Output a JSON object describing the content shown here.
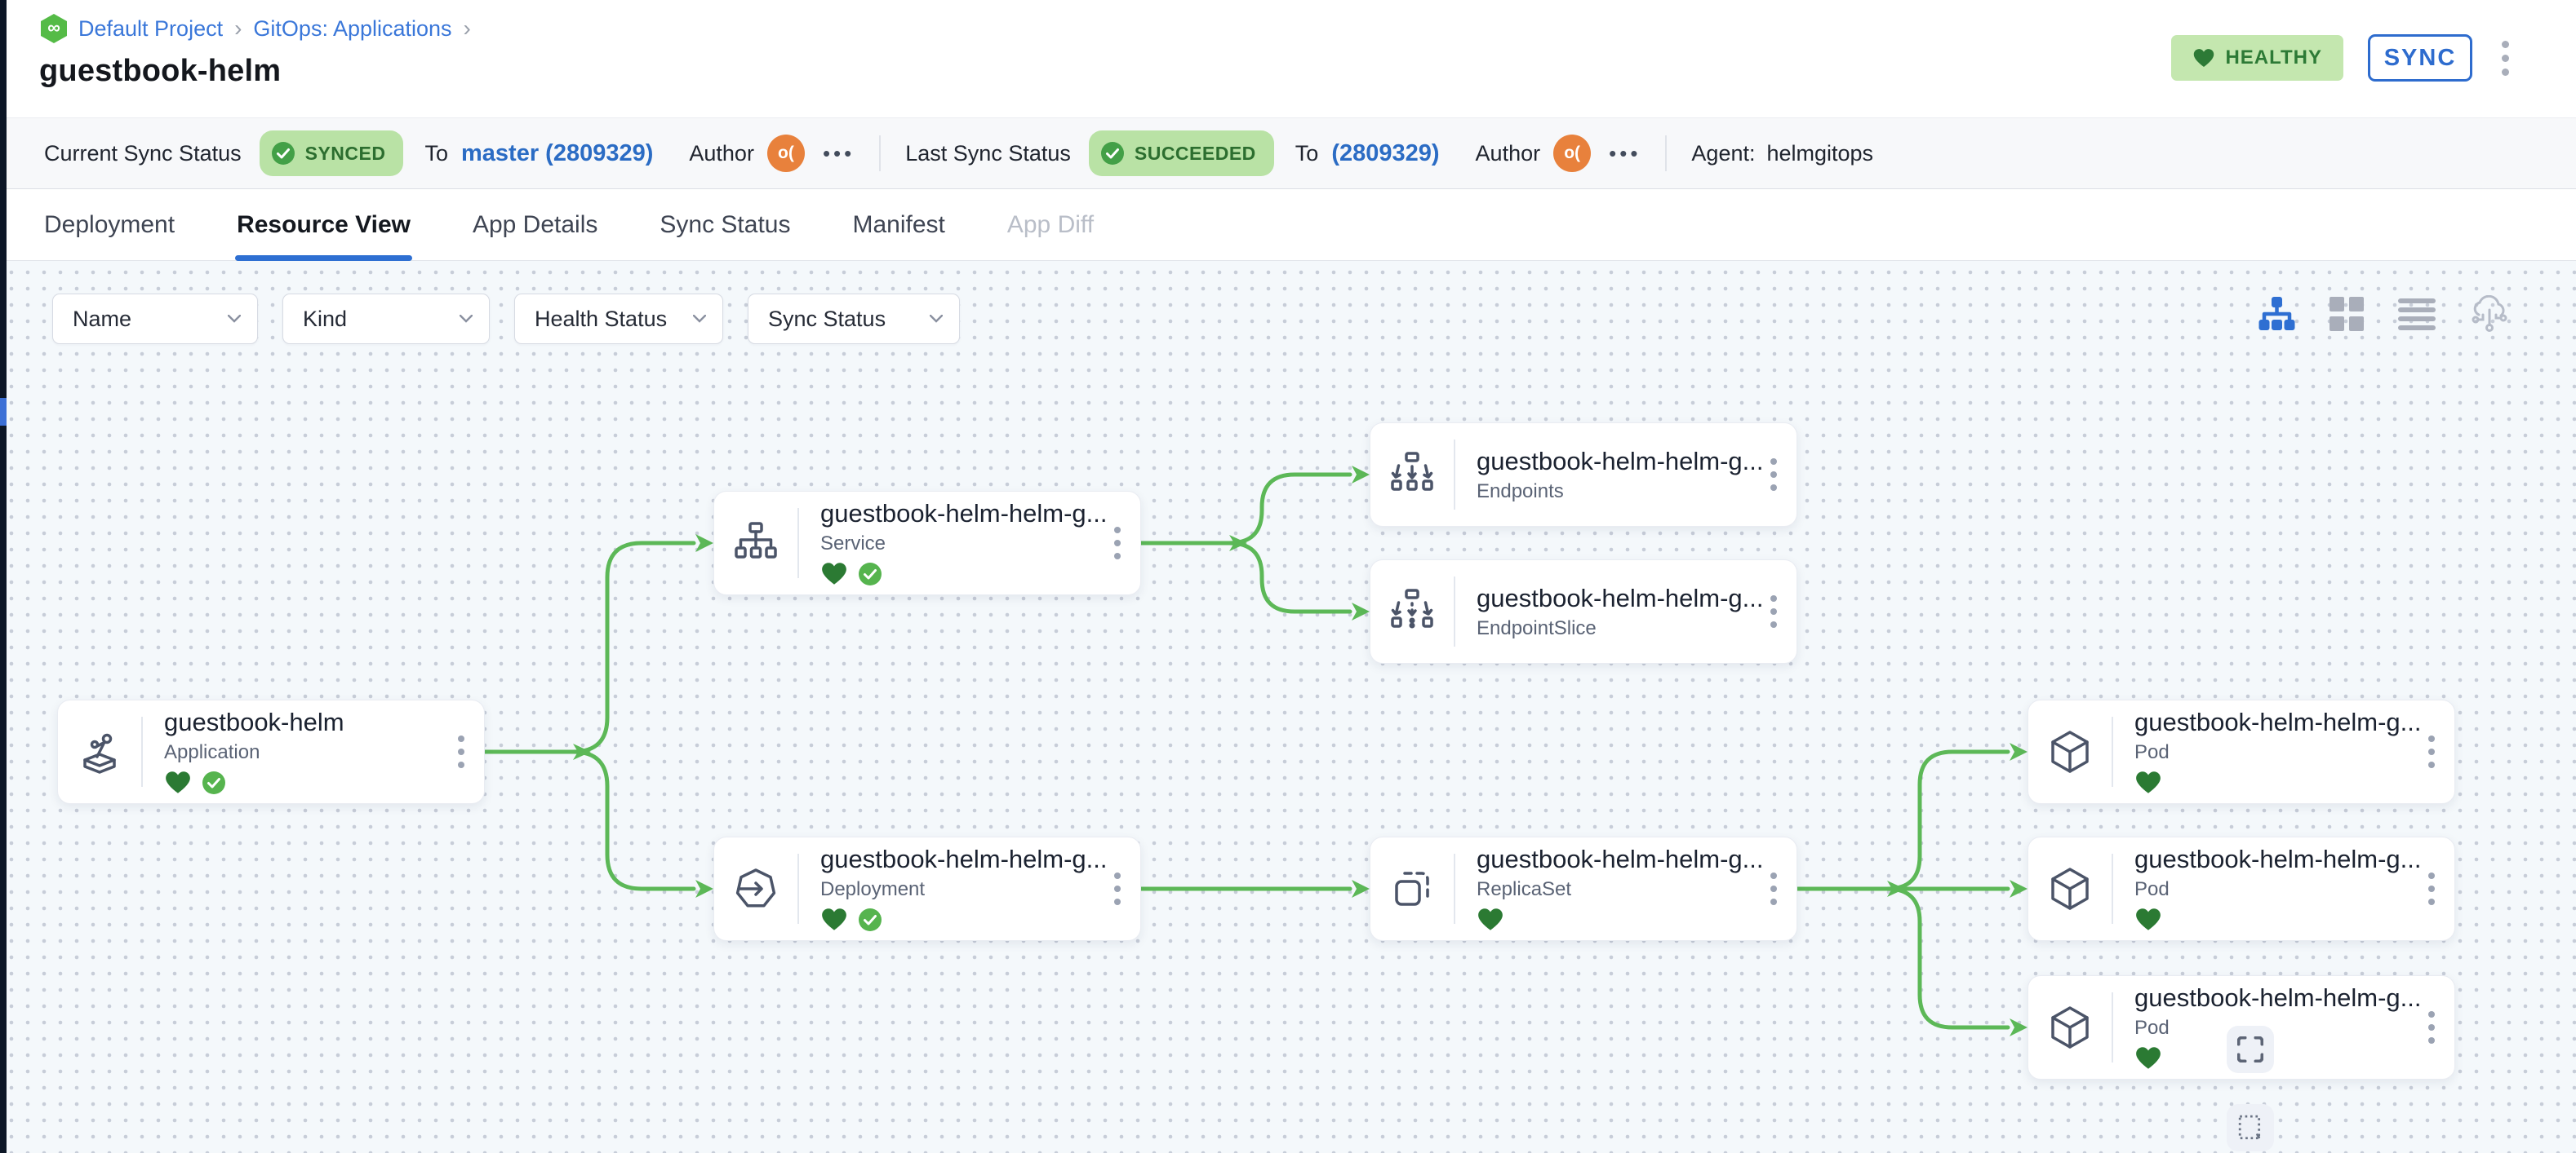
{
  "breadcrumb": {
    "project": "Default Project",
    "section": "GitOps: Applications",
    "separator": "›"
  },
  "page": {
    "title": "guestbook-helm"
  },
  "header_actions": {
    "health_label": "HEALTHY",
    "sync_label": "SYNC"
  },
  "status_bar": {
    "current_label": "Current Sync Status",
    "current_badge": "SYNCED",
    "current_to": "To",
    "current_revision": "master (2809329)",
    "author_label": "Author",
    "avatar_initials": "o(",
    "more": "•••",
    "last_label": "Last Sync Status",
    "last_badge": "SUCCEEDED",
    "last_to": "To",
    "last_revision": "(2809329)",
    "author_label2": "Author",
    "agent_label": "Agent:",
    "agent_value": "helmgitops"
  },
  "tabs": [
    {
      "label": "Deployment"
    },
    {
      "label": "Resource View",
      "active": true
    },
    {
      "label": "App Details"
    },
    {
      "label": "Sync Status"
    },
    {
      "label": "Manifest"
    },
    {
      "label": "App Diff",
      "disabled": true
    }
  ],
  "filters": {
    "name": "Name",
    "kind": "Kind",
    "health": "Health Status",
    "sync": "Sync Status"
  },
  "view_toggles": [
    "tree-view",
    "grid-view",
    "list-view",
    "cluster-view"
  ],
  "nodes": [
    {
      "title": "guestbook-helm",
      "kind": "Application",
      "health": "healthy",
      "sync": "synced"
    },
    {
      "title": "guestbook-helm-helm-g...",
      "kind": "Service",
      "health": "healthy",
      "sync": "synced"
    },
    {
      "title": "guestbook-helm-helm-g...",
      "kind": "Endpoints"
    },
    {
      "title": "guestbook-helm-helm-g...",
      "kind": "EndpointSlice"
    },
    {
      "title": "guestbook-helm-helm-g...",
      "kind": "Deployment",
      "health": "healthy",
      "sync": "synced"
    },
    {
      "title": "guestbook-helm-helm-g...",
      "kind": "ReplicaSet",
      "health": "healthy"
    },
    {
      "title": "guestbook-helm-helm-g...",
      "kind": "Pod",
      "health": "healthy"
    },
    {
      "title": "guestbook-helm-helm-g...",
      "kind": "Pod",
      "health": "healthy"
    },
    {
      "title": "guestbook-helm-helm-g...",
      "kind": "Pod",
      "health": "healthy"
    }
  ],
  "colors": {
    "edge_green": "#5cb857",
    "accent_blue": "#2e6fd2",
    "health_heart": "#2b7a33",
    "sync_check": "#56b44e",
    "badge_bg": "#b9e2a5"
  }
}
